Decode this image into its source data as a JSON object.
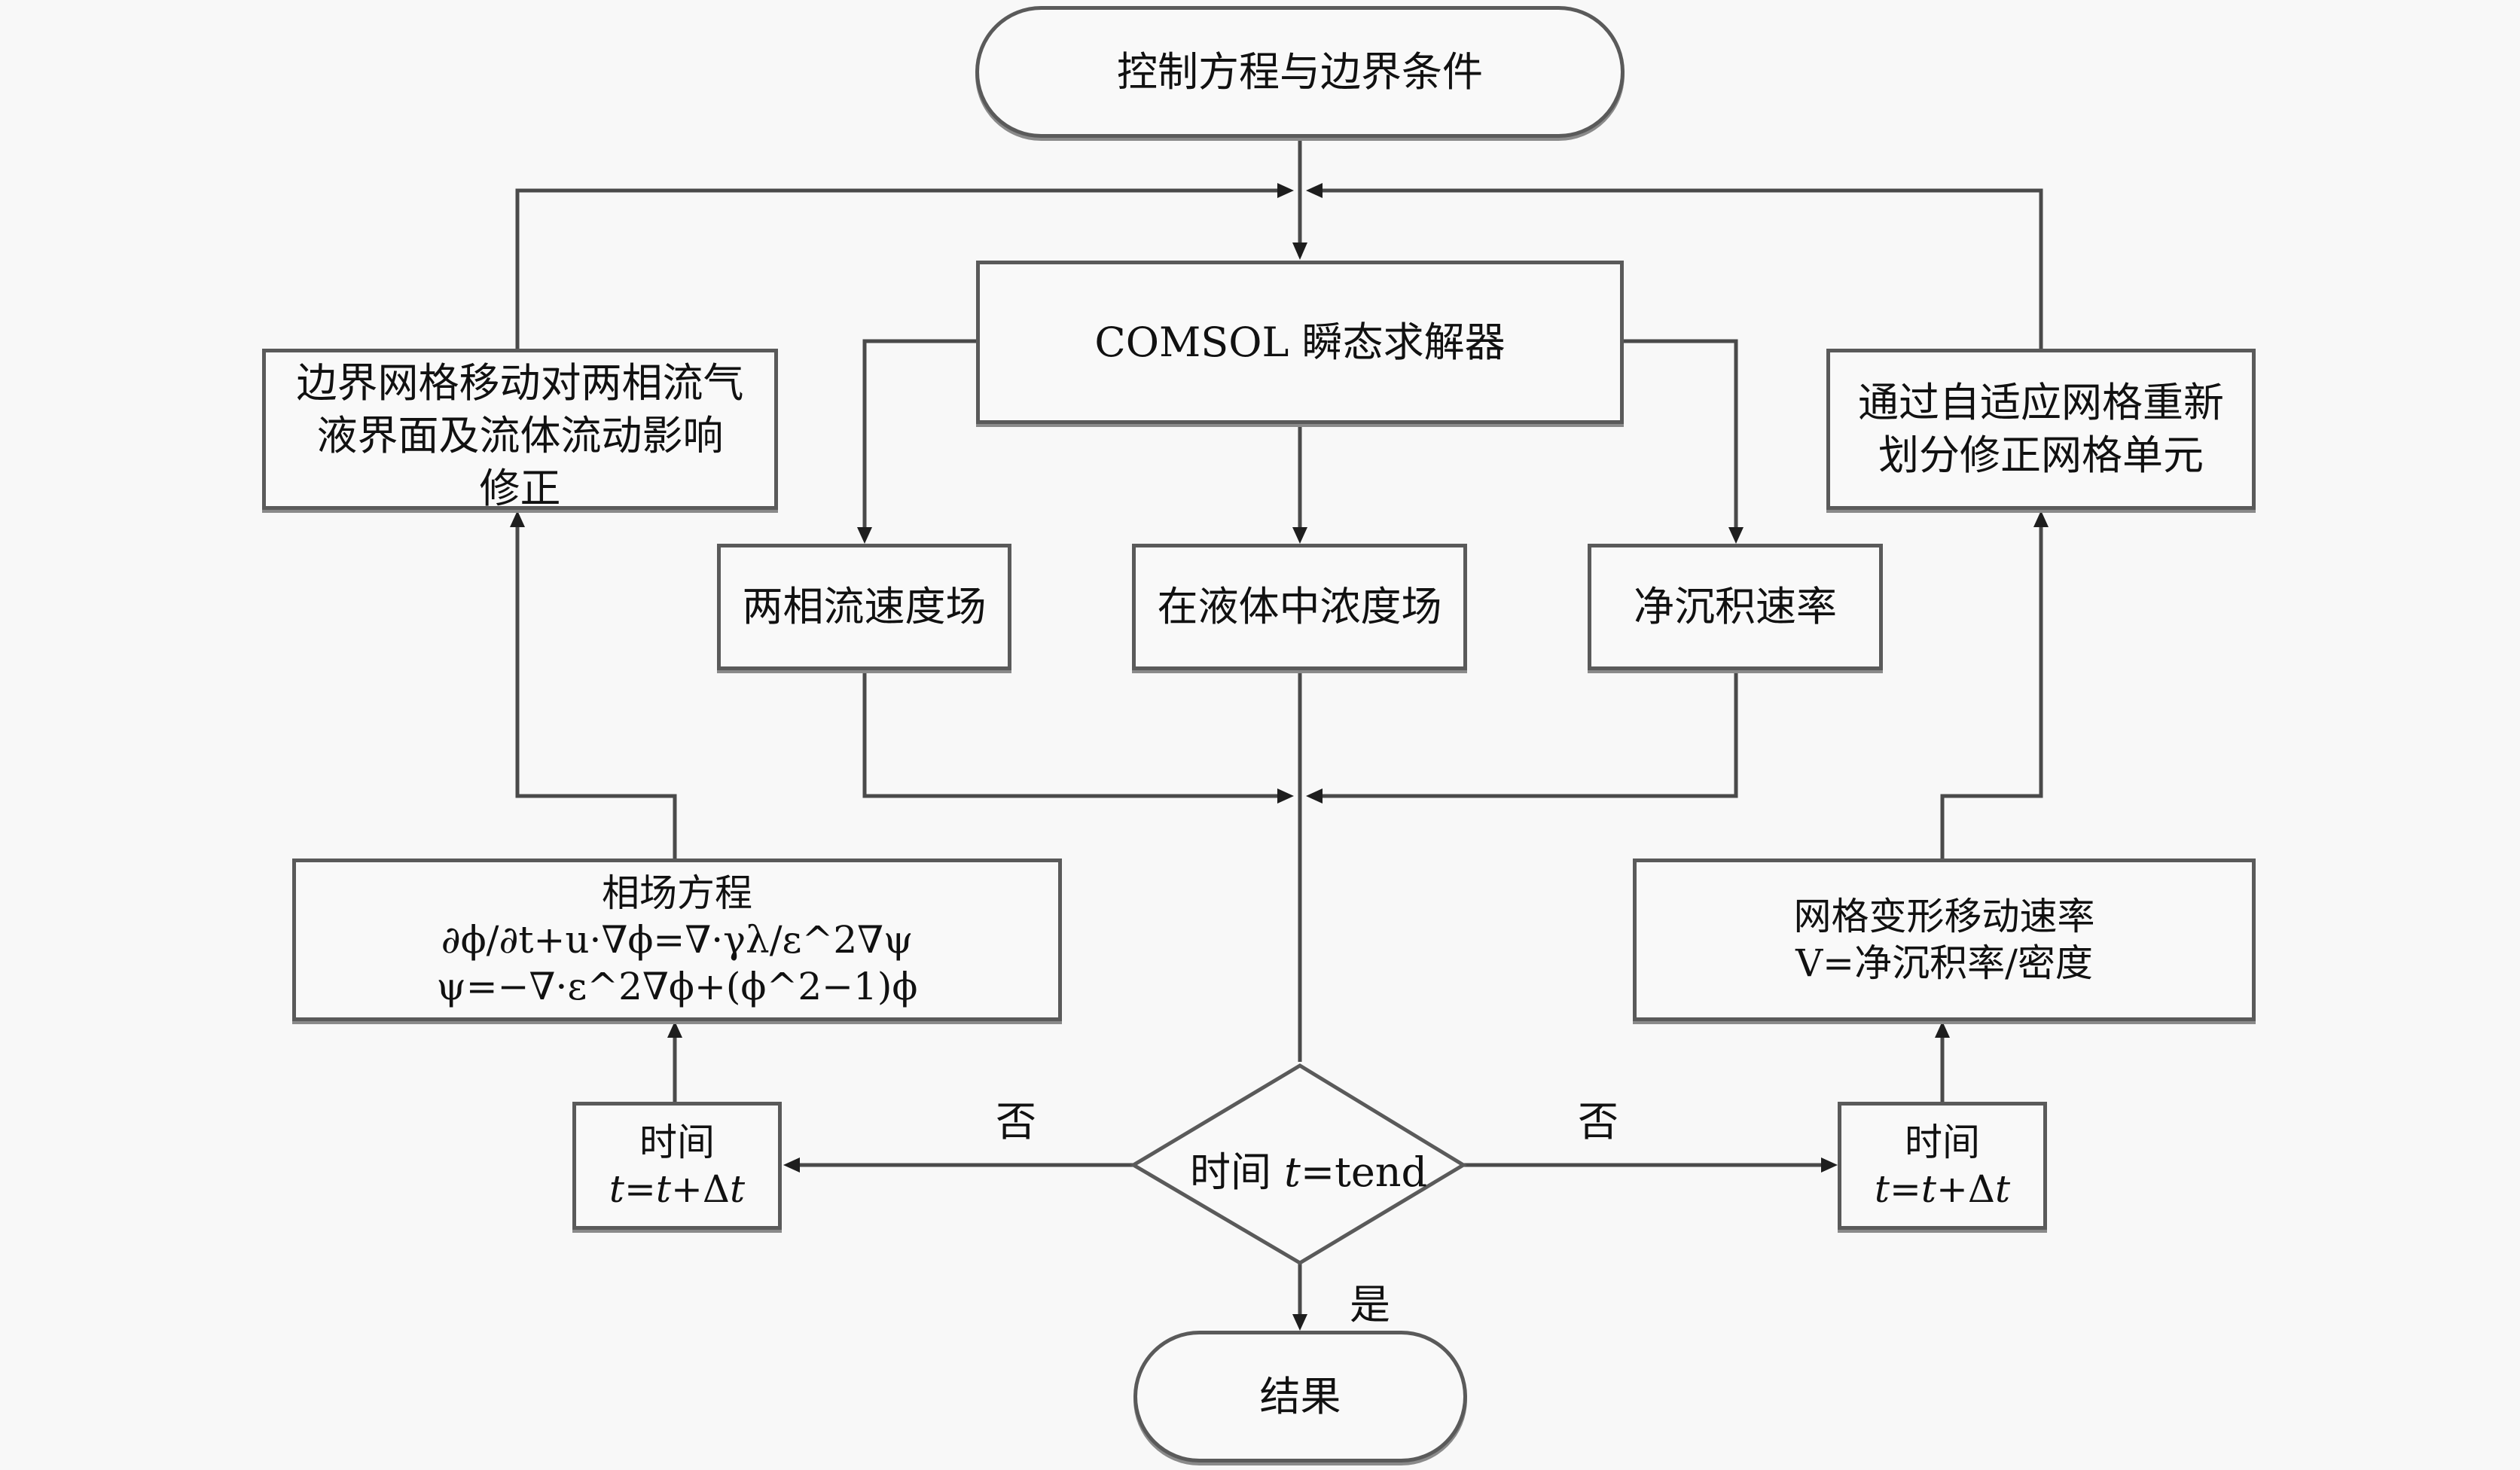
{
  "flowchart": {
    "start": "控制方程与边界条件",
    "solver": "COMSOL 瞬态求解器",
    "fields": [
      "两相流速度场",
      "在液体中浓度场",
      "净沉积速率"
    ],
    "left_correction": {
      "lines": [
        "边界网格移动对两相流气",
        "液界面及流体流动影响",
        "修正"
      ]
    },
    "right_correction": {
      "lines": [
        "通过自适应网格重新",
        "划分修正网格单元"
      ]
    },
    "phase_field": {
      "title": "相场方程",
      "eq1": "∂ϕ/∂t+u·∇ϕ=∇·γλ/ε^2∇ψ",
      "eq2": "ψ=−∇·ε^2∇ϕ+(ϕ^2−1)ϕ"
    },
    "mesh_velocity": {
      "title": "网格变形移动速率",
      "eq": "V=净沉积率/密度"
    },
    "time_step_left": {
      "label": "时间",
      "t": "t",
      "eq_mid": "=",
      "t2": "t",
      "plus": "+Δ",
      "t3": "t"
    },
    "time_step_right": {
      "label": "时间",
      "t": "t",
      "eq_mid": "=",
      "t2": "t",
      "plus": "+Δ",
      "t3": "t"
    },
    "decision": {
      "label": "时间",
      "var": "t",
      "cond": "=tend"
    },
    "no_left": "否",
    "no_right": "否",
    "yes": "是",
    "end": "结果"
  },
  "colors": {
    "line": "#4a4a4a",
    "arrow": "#1e1e1e",
    "background": "#f8f8f8"
  }
}
